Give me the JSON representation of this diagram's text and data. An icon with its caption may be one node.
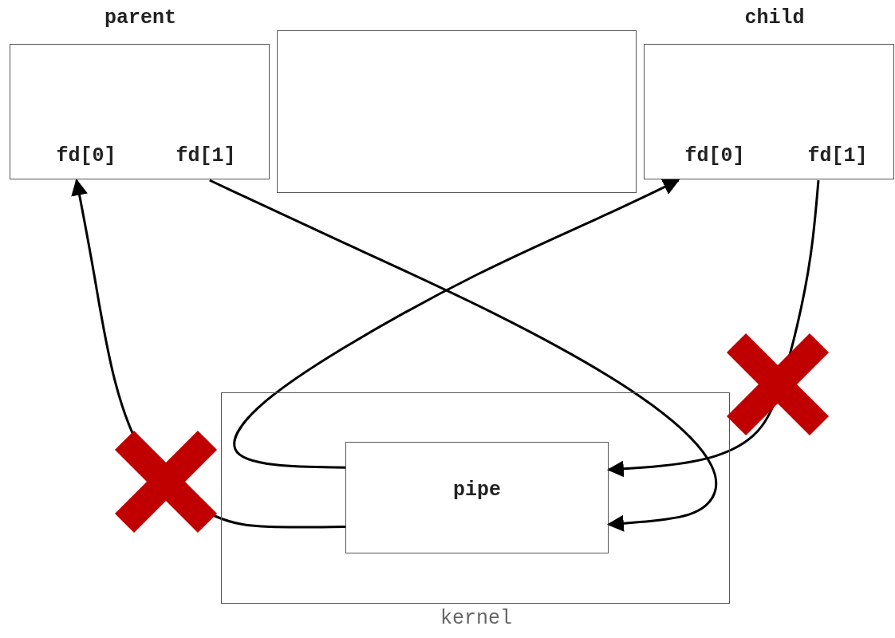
{
  "diagram": {
    "nodes": [
      {
        "text": [
          "parent"
        ]
      },
      {
        "text": [
          "fd[0]"
        ],
        "in": 0
      },
      {
        "text": [
          "fd[1]"
        ],
        "in": 0
      },
      {
        "text": [],
        "shape": "box"
      },
      {
        "text": [
          "child"
        ]
      },
      {
        "text": [
          "fd[0]"
        ],
        "in": 4
      },
      {
        "text": [
          "fd[1]"
        ],
        "in": 4
      },
      {
        "text": [
          "kernel"
        ]
      },
      {
        "text": [
          "pipe"
        ],
        "in": 7
      }
    ],
    "edges": [
      {
        "from": 8,
        "to": 1,
        "arrow": "to"
      },
      {
        "from": 2,
        "to": 8,
        "arrow": "to"
      },
      {
        "from": 8,
        "to": 5,
        "arrow": "to"
      },
      {
        "from": 6,
        "to": 8,
        "arrow": "to"
      }
    ]
  }
}
